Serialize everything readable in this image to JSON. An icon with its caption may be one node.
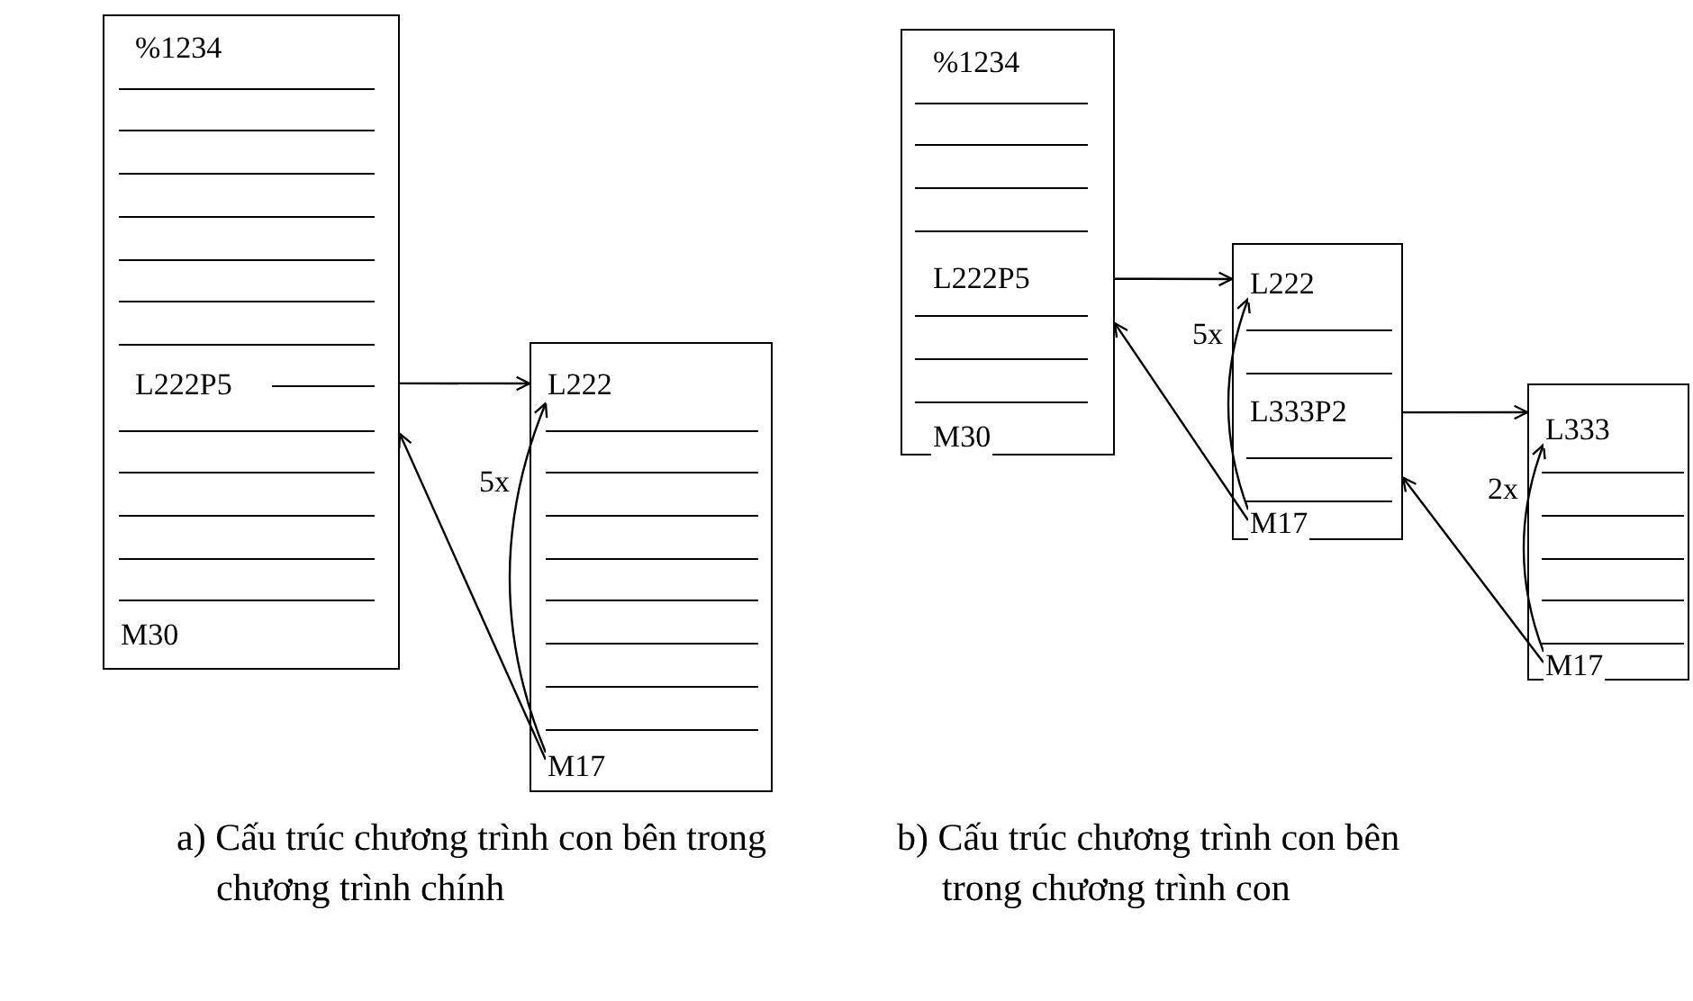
{
  "diagram": {
    "nodes": [
      {
        "text": [],
        "shape": "box"
      },
      {
        "text": [
          "%1234"
        ],
        "in": 0
      },
      {
        "text": [
          "L222P5"
        ],
        "in": 0
      },
      {
        "text": [
          "M30"
        ],
        "in": 0
      },
      {
        "text": [],
        "shape": "box"
      },
      {
        "text": [
          "L222"
        ],
        "in": 4
      },
      {
        "text": [
          "M17"
        ],
        "in": 4
      },
      {
        "text": [],
        "shape": "box"
      },
      {
        "text": [
          "%1234"
        ],
        "in": 7
      },
      {
        "text": [
          "L222P5"
        ],
        "in": 7
      },
      {
        "text": [
          "M30"
        ],
        "in": 7
      },
      {
        "text": [],
        "shape": "box"
      },
      {
        "text": [
          "L222"
        ],
        "in": 11
      },
      {
        "text": [
          "L333P2"
        ],
        "in": 11
      },
      {
        "text": [
          "M17"
        ],
        "in": 11
      },
      {
        "text": [],
        "shape": "box"
      },
      {
        "text": [
          "L333"
        ],
        "in": 15
      },
      {
        "text": [
          "M17"
        ],
        "in": 15
      }
    ],
    "edges": [
      {
        "from": 0,
        "to": 4,
        "arrow": "to"
      },
      {
        "from": 6,
        "to": 5,
        "arrow": "to",
        "label": "5x"
      },
      {
        "from": 6,
        "to": 0,
        "arrow": "to"
      },
      {
        "from": 7,
        "to": 11,
        "arrow": "to"
      },
      {
        "from": 14,
        "to": 12,
        "arrow": "to",
        "label": "5x"
      },
      {
        "from": 14,
        "to": 7,
        "arrow": "to"
      },
      {
        "from": 11,
        "to": 15,
        "arrow": "to"
      },
      {
        "from": 17,
        "to": 16,
        "arrow": "to",
        "label": "2x"
      },
      {
        "from": 17,
        "to": 11,
        "arrow": "to"
      }
    ],
    "labels": [
      "a) Cấu trúc chương trình con bên trong chương trình chính",
      "b) Cấu trúc chương trình con bên trong chương trình con"
    ]
  }
}
